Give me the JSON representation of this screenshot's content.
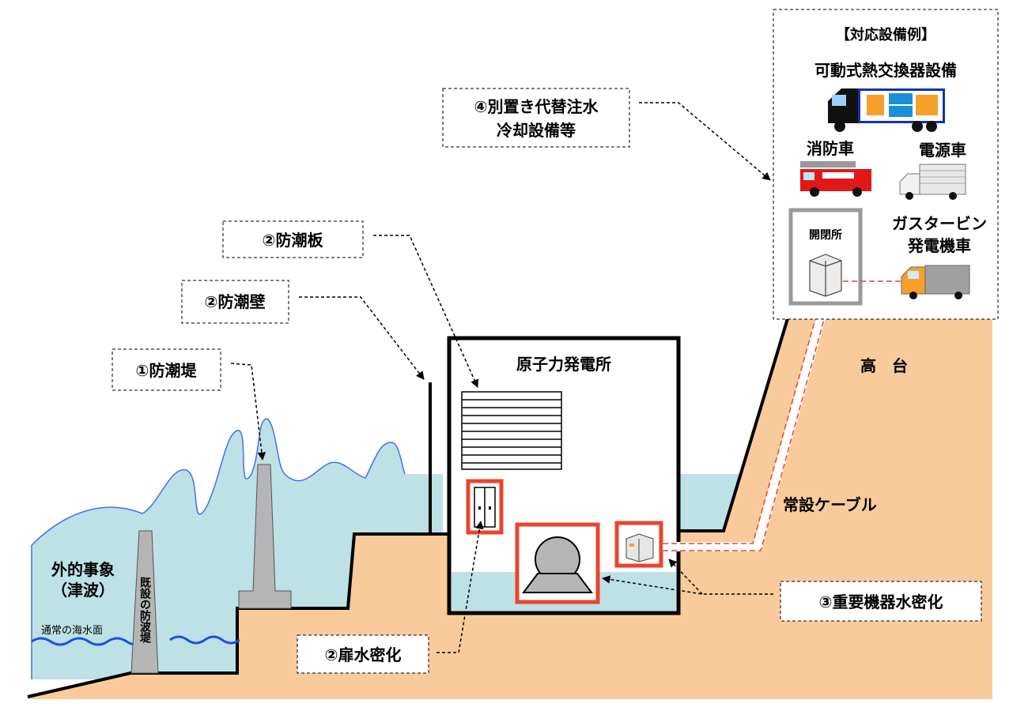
{
  "labels": {
    "seawall": "①防潮堤",
    "tide_wall": "②防潮壁",
    "tide_board": "②防潮板",
    "alt_water": [
      "④別置き代替注水",
      "冷却設備等"
    ],
    "equipment_title": "【対応設備例】",
    "heat_exchanger": "可動式熱交換器設備",
    "fire_truck": "消防車",
    "power_truck": "電源車",
    "switchyard": "開閉所",
    "gas_turbine": [
      "ガスタービン",
      "発電機車"
    ],
    "plant": "原子力発電所",
    "highland": "高　台",
    "cable": "常設ケーブル",
    "external_event": [
      "外的事象",
      "（津波）"
    ],
    "existing_breakwater": "既設の防波堤",
    "normal_sea_level": "通常の海水面",
    "door_watertight": "②扉水密化",
    "equipment_watertight": "③重要機器水密化"
  },
  "colors": {
    "ground": "#f9cb9c",
    "sea": "#bde1e4",
    "wave_line": "#4a6cf0",
    "sea_level_line": "#1e4fe0",
    "highlight": "#e8452c",
    "structure": "#b5b5b5",
    "truck_blue": "#1430b0",
    "truck_red": "#e21818",
    "cable": "#e8452c"
  }
}
